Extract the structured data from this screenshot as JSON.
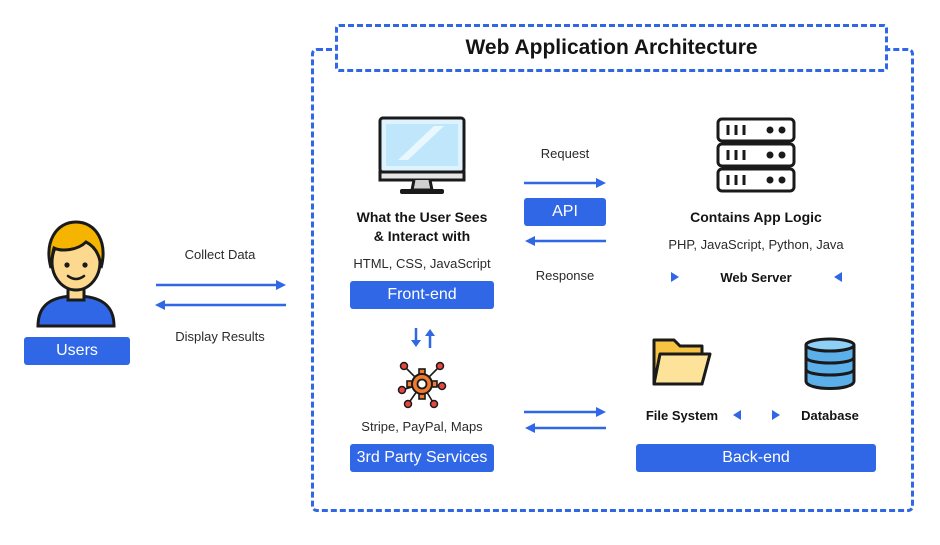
{
  "title": "Web Application Architecture",
  "users": {
    "label": "Users"
  },
  "user_flow": {
    "collect": "Collect Data",
    "display": "Display Results"
  },
  "frontend": {
    "heading_line1": "What the User Sees",
    "heading_line2": "& Interact with",
    "tech": "HTML, CSS, JavaScript",
    "label": "Front-end"
  },
  "api": {
    "request": "Request",
    "label": "API",
    "response": "Response"
  },
  "server": {
    "heading": "Contains App Logic",
    "tech": "PHP, JavaScript, Python, Java",
    "web_server": "Web Server"
  },
  "third_party": {
    "tech": "Stripe, PayPal, Maps",
    "label": "3rd Party Services"
  },
  "backend": {
    "file_system": "File System",
    "database": "Database",
    "label": "Back-end"
  },
  "colors": {
    "accent": "#2f67e6",
    "skin": "#fcd98e",
    "hair": "#f5b400",
    "shirt": "#2f67e6",
    "folder": "#f6c343"
  },
  "icons": [
    "user-icon",
    "monitor-icon",
    "server-rack-icon",
    "gear-network-icon",
    "folder-icon",
    "database-icon"
  ]
}
